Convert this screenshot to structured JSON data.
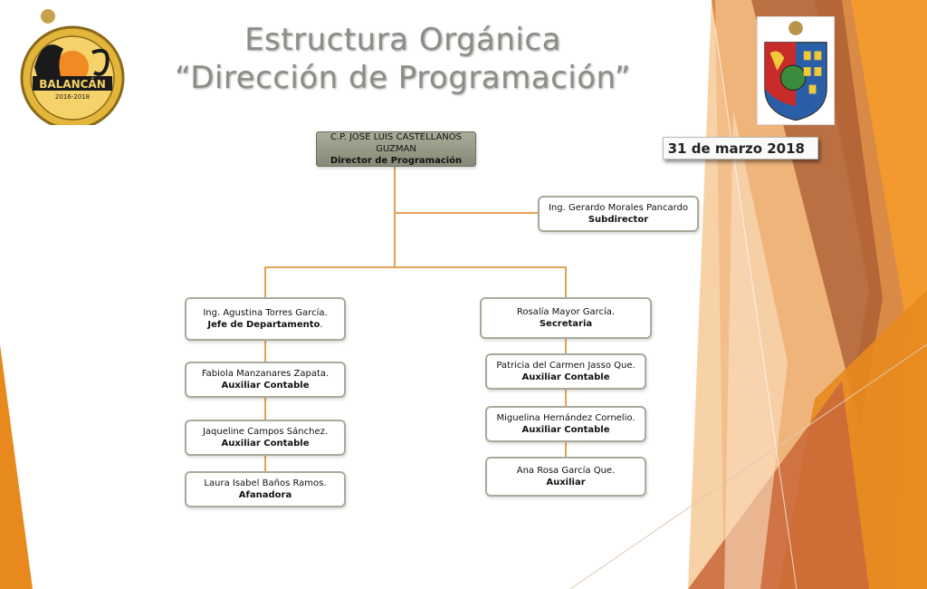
{
  "title": {
    "line1": "Estructura Orgánica",
    "line2": "“Dirección de Programación”"
  },
  "date": "31 de marzo 2018",
  "logos": {
    "left": {
      "name": "balancan-logo",
      "text": "BALANCÁN",
      "years": "2016-2018"
    },
    "right": {
      "name": "coat-of-arms"
    }
  },
  "org": {
    "director": {
      "name": "C.P. JOSE LUIS CASTELLANOS GUZMAN",
      "role": "Director de Programación"
    },
    "subdirector": {
      "name": "Ing. Gerardo Morales Pancardo",
      "role": "Subdirector"
    },
    "left_branch": [
      {
        "name": "Ing. Agustina Torres  García.",
        "role": "Jefe de Departamento",
        "suffix": "."
      },
      {
        "name": "Fabiola Manzanares  Zapata.",
        "role": "Auxiliar Contable",
        "suffix": ""
      },
      {
        "name": "Jaqueline Campos Sánchez.",
        "role": "Auxiliar Contable",
        "suffix": ""
      },
      {
        "name": "Laura Isabel Baños Ramos.",
        "role": "Afanadora",
        "suffix": ""
      }
    ],
    "right_branch": [
      {
        "name": "Rosalía Mayor García.",
        "role": "Secretaria",
        "suffix": ""
      },
      {
        "name": "Patricia del Carmen Jasso Que.",
        "role": "Auxiliar Contable",
        "suffix": ""
      },
      {
        "name": "Miguelina Hernández Cornelio.",
        "role": "Auxiliar Contable",
        "suffix": ""
      },
      {
        "name": "Ana Rosa García Que.",
        "role": "Auxiliar",
        "suffix": ""
      }
    ]
  },
  "colors": {
    "connector": "#e8a257",
    "accent_orange": "#e8891e",
    "title_gray": "#8a8f86",
    "box_border": "#a8ab9a"
  }
}
